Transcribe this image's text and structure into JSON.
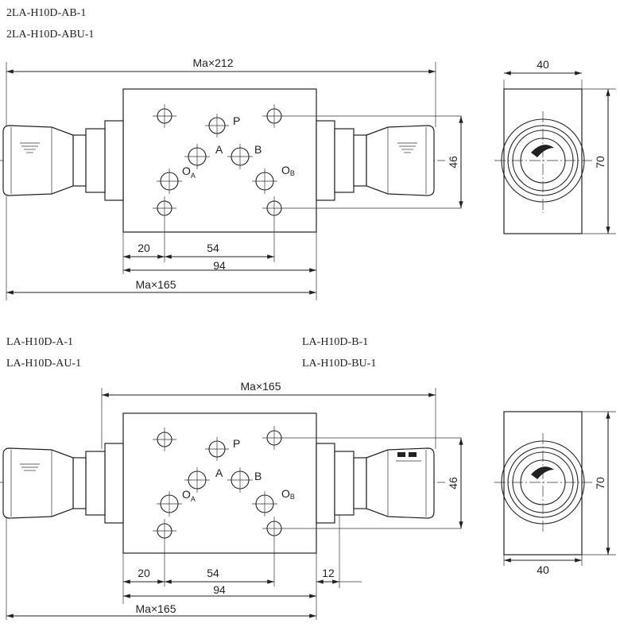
{
  "top": {
    "models": [
      "2LA-H10D-AB-1",
      "2LA-H10D-ABU-1"
    ],
    "dims": {
      "overall": "Ma×212",
      "d20": "20",
      "d54": "54",
      "d94": "94",
      "base": "Ma×165",
      "h46": "46",
      "w40": "40",
      "h70": "70"
    },
    "ports": {
      "P": "P",
      "A": "A",
      "B": "B",
      "O": "O",
      "OA_sub": "A",
      "OB_sub": "B"
    }
  },
  "bottom": {
    "models_left": [
      "LA-H10D-A-1",
      "LA-H10D-AU-1"
    ],
    "models_right": [
      "LA-H10D-B-1",
      "LA-H10D-BU-1"
    ],
    "dims": {
      "overall": "Ma×165",
      "d20": "20",
      "d54": "54",
      "d12": "12",
      "d94": "94",
      "base": "Ma×165",
      "h46": "46",
      "w40": "40",
      "h70": "70"
    },
    "ports": {
      "P": "P",
      "A": "A",
      "B": "B",
      "O": "O",
      "OA_sub": "A",
      "OB_sub": "B"
    }
  }
}
